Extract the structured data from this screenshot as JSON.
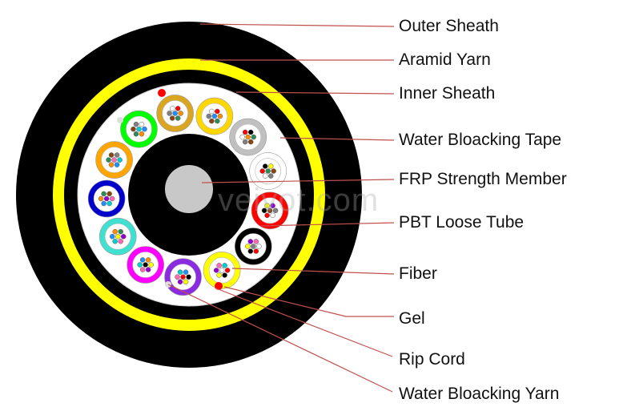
{
  "labels": [
    {
      "id": "outer-sheath",
      "text": "Outer Sheath"
    },
    {
      "id": "aramid-yarn",
      "text": "Aramid Yarn"
    },
    {
      "id": "inner-sheath",
      "text": "Inner Sheath"
    },
    {
      "id": "water-blocking-tape",
      "text": "Water Bloacking Tape"
    },
    {
      "id": "frp-strength-member",
      "text": "FRP Strength Member"
    },
    {
      "id": "pbt-loose-tube",
      "text": "PBT Loose Tube"
    },
    {
      "id": "fiber",
      "text": "Fiber"
    },
    {
      "id": "gel",
      "text": "Gel"
    },
    {
      "id": "rip-cord",
      "text": "Rip Cord"
    },
    {
      "id": "water-blocking-yarn",
      "text": "Water Bloacking Yarn"
    }
  ],
  "watermark": "veivot.com",
  "colors": {
    "sheath": "#000000",
    "aramid": "#ffff00",
    "tape": "#ffffff",
    "frp": "#c8c8c8",
    "leader": "#c0504d",
    "rip_cord": "#ff0000",
    "tube_colors": [
      "#ffd700",
      "#c0c0c0",
      "#ffffff",
      "#ff0000",
      "#000000",
      "#ffff00",
      "#8a2be2",
      "#ff00ff",
      "#40e0d0",
      "#0000cd",
      "#ffa500",
      "#00ff00",
      "#daa520"
    ],
    "fiber_colors": [
      "#1e90ff",
      "#ff8c00",
      "#2e8b57",
      "#8b4513",
      "#808080",
      "#ffffff",
      "#ff0000",
      "#000000",
      "#ffff00",
      "#9400d3",
      "#ff69b4",
      "#00ced1"
    ]
  }
}
